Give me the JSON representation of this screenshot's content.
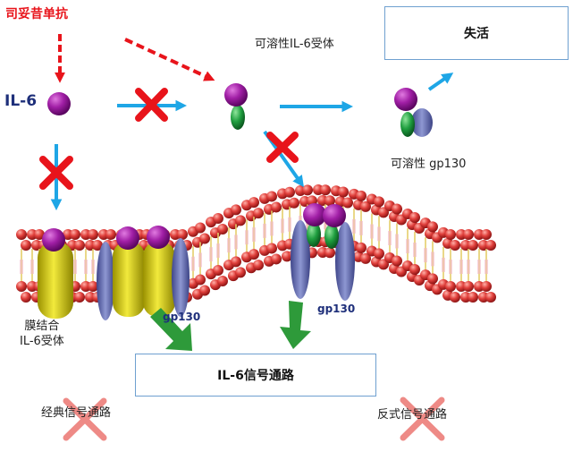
{
  "labels": {
    "drug": "司妥昔单抗",
    "il6": "IL-6",
    "soluble_receptor": "可溶性IL-6受体",
    "inactivation": "失活",
    "soluble_gp130": "可溶性 gp130",
    "membrane_receptor_line1": "膜结合",
    "membrane_receptor_line2": "IL-6受体",
    "gp130_left": "gp130",
    "gp130_right": "gp130",
    "pathway": "IL-6信号通路",
    "classic_pathway": "经典信号通路",
    "trans_pathway": "反式信号通路"
  },
  "colors": {
    "drug_red": "#e8141b",
    "arrow_blue": "#1ea6e6",
    "arrow_green": "#2e9a3a",
    "ligand_purple": "#8a0f8f",
    "receptor_green": "#1b9a3b",
    "gp130_blue": "#6b74b5",
    "membrane_receptor_yellow": "#e4d81c",
    "lipid_head_red": "#d8343a",
    "box_border": "#6fa0d0",
    "faded_cross": "#ee8a86"
  }
}
